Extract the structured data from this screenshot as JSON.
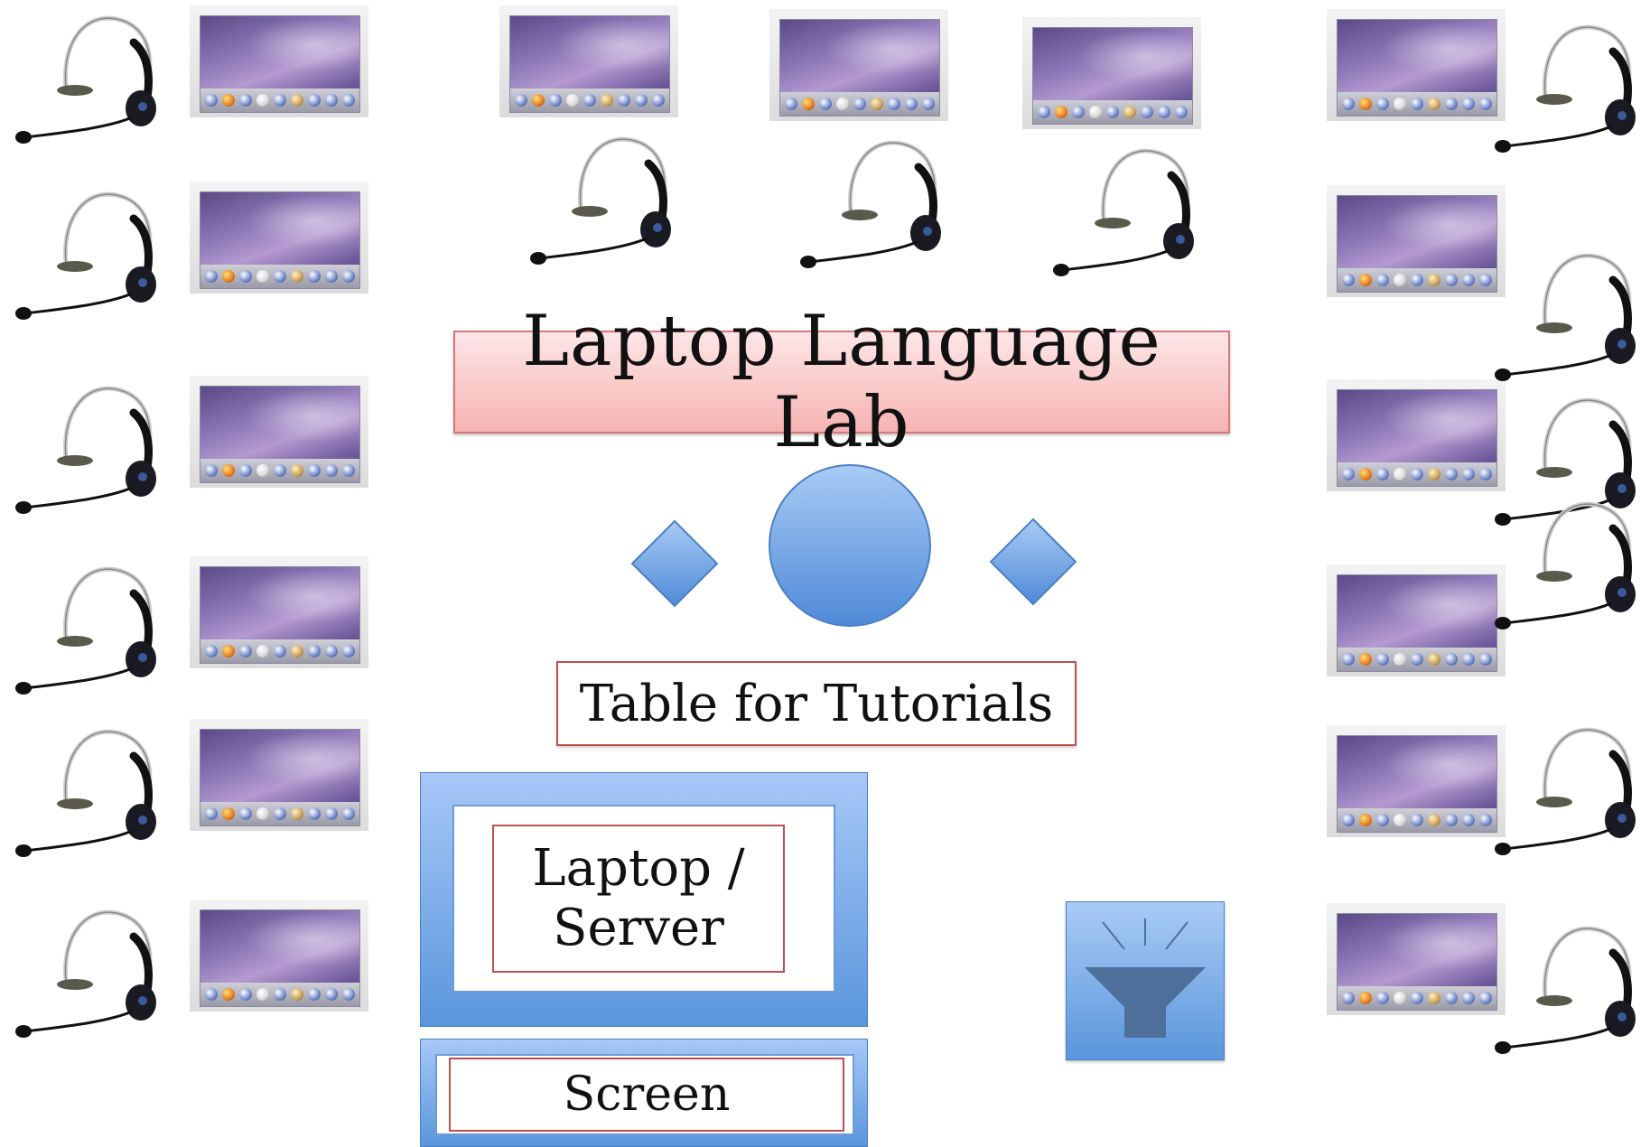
{
  "title": "Laptop Language Lab",
  "tutorial_table": "Table for Tutorials",
  "server_label": "Laptop / Server",
  "screen_label": "Screen",
  "colors": {
    "title_fill_top": "#fde3e3",
    "title_fill_bottom": "#f7b7b7",
    "title_border": "#d9777a",
    "box_border": "#c0504d",
    "shape_blue": "#6fa4e6",
    "shape_blue_dark": "#3f7ccc",
    "frame_blue_light": "#a7c8f7",
    "frame_blue_dark": "#5a96dc"
  },
  "icons": {
    "laptop": "laptop-screen-icon",
    "headset": "headset-icon",
    "projector": "projector-icon"
  }
}
